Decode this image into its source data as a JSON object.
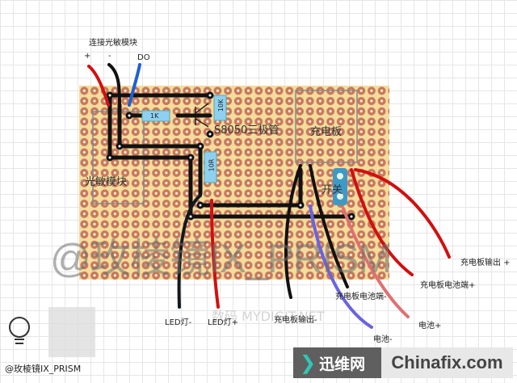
{
  "title": "连接光敏模块",
  "wire_labels": {
    "plus": "+",
    "minus": "-",
    "do": "DO"
  },
  "components": {
    "r1": "1K",
    "r2": "10K",
    "r3": "10R",
    "transistor": "S8050三极管",
    "charger": "充电板",
    "sensor": "光敏模块",
    "switch": "开关"
  },
  "outputs": {
    "led_minus": "LED灯-",
    "led_plus": "LED灯+",
    "charger_out_minus": "充电板输出-",
    "charger_bat_minus": "充电板电池端-",
    "bat_minus": "电池-",
    "bat_plus": "电池+",
    "charger_bat_plus": "充电板电池端+",
    "charger_out_plus": "充电板输出 +"
  },
  "watermarks": {
    "main": "@玫棱镜IX_PRISM",
    "logo": "@玫棱镜IX_PRISM",
    "mydigit": "数码 MYDIGIT.NET",
    "banner_cn": "迅维网",
    "banner_en": "Chinafix.com"
  },
  "colors": {
    "board": "#f3dc9c",
    "pad": "#c8785a",
    "positive": "#d01010",
    "negative": "#111111",
    "signal": "#2060d0",
    "battery_neg": "#6a63e0",
    "battery_pos": "#e07070"
  }
}
